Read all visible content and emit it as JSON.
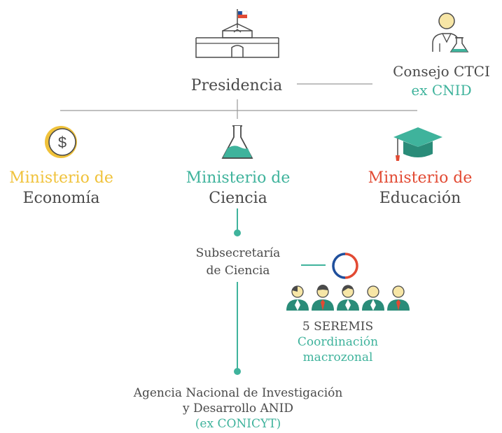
{
  "presidencia": {
    "label": "Presidencia"
  },
  "consejo": {
    "line1": "Consejo CTCI",
    "line2": "ex CNID"
  },
  "ministerios": {
    "economia": {
      "line1": "Ministerio de",
      "line2": "Economía"
    },
    "ciencia": {
      "line1": "Ministerio de",
      "line2": "Ciencia"
    },
    "educacion": {
      "line1": "Ministerio de",
      "line2": "Educación"
    }
  },
  "subsecretaria": {
    "line1": "Subsecretaría",
    "line2": "de Ciencia"
  },
  "seremis": {
    "line1": "5 SEREMIS",
    "line2": "Coordinación",
    "line3": "macrozonal"
  },
  "agencia": {
    "line1": "Agencia Nacional de Investigación",
    "line2": "y Desarrollo ANID",
    "line3": "(ex CONICYT)"
  },
  "colors": {
    "teal": "#3fb39c",
    "yellow": "#f0c23a",
    "red": "#e24a33",
    "gray_text": "#4a4a4a",
    "line": "#9a9a9a"
  },
  "icons": [
    "palace-icon",
    "scientist-icon",
    "coin-icon",
    "flask-icon",
    "graduation-cap-icon",
    "person-icon",
    "ring-icon"
  ]
}
